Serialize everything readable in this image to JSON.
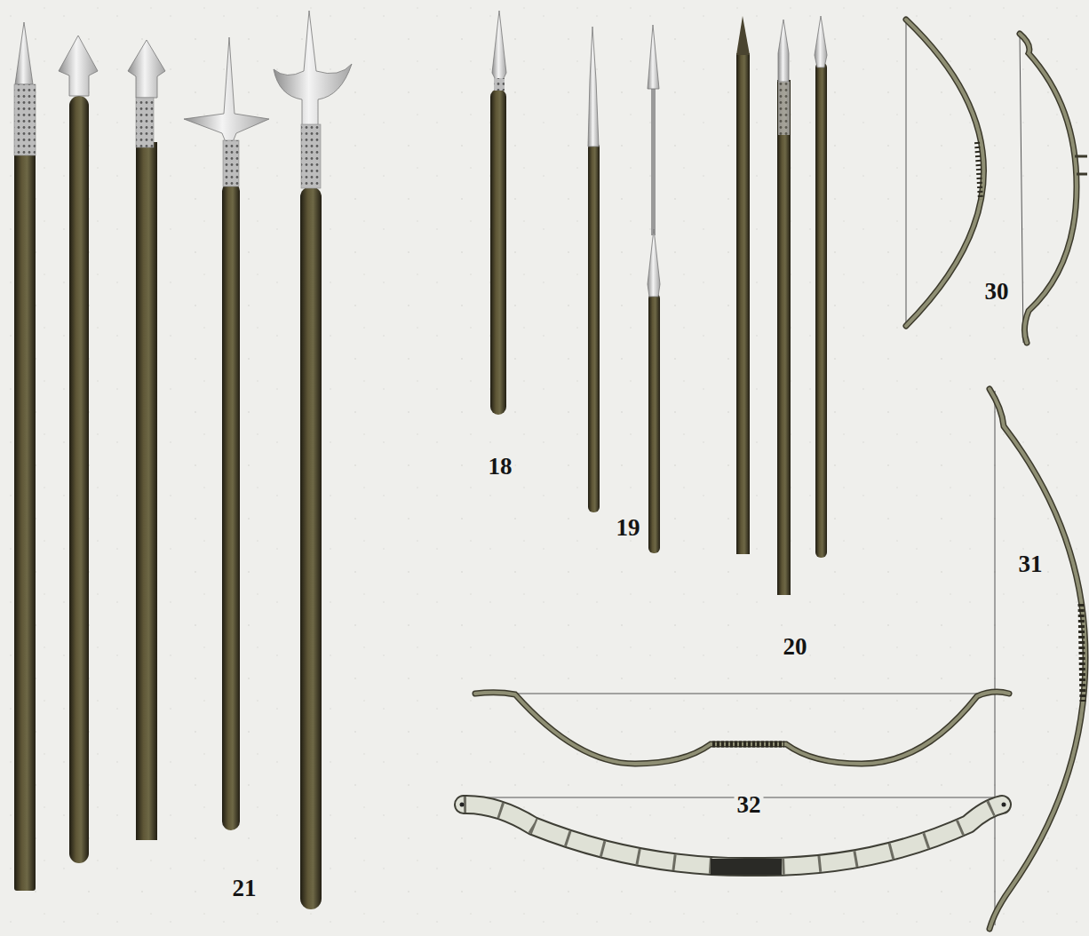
{
  "diagram": {
    "labels": [
      "18",
      "19",
      "20",
      "21",
      "30",
      "31",
      "32"
    ]
  }
}
